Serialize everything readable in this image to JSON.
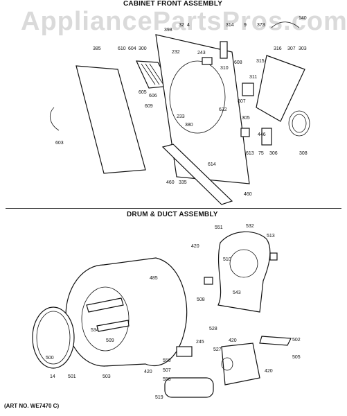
{
  "watermark": "AppliancePartsPros.com",
  "section_top": {
    "title": "CABINET FRONT ASSEMBLY"
  },
  "section_bottom": {
    "title": "DRUM & DUCT ASSEMBLY"
  },
  "art_number": "(ART NO. WE7470 C)",
  "labels_top": [
    "398",
    "232",
    "32",
    "4",
    "314",
    "9",
    "373",
    "140",
    "243",
    "310",
    "608",
    "607",
    "311",
    "315",
    "316",
    "307",
    "303",
    "385",
    "610",
    "604",
    "300",
    "605",
    "606",
    "609",
    "603",
    "233",
    "380",
    "622",
    "305",
    "446",
    "613",
    "75",
    "306",
    "308",
    "614",
    "460",
    "335"
  ],
  "labels_bottom": [
    "551",
    "532",
    "513",
    "420",
    "510",
    "485",
    "508",
    "543",
    "528",
    "534",
    "509",
    "500",
    "245",
    "502",
    "505",
    "527",
    "550",
    "507",
    "558",
    "519",
    "14",
    "501",
    "503"
  ]
}
